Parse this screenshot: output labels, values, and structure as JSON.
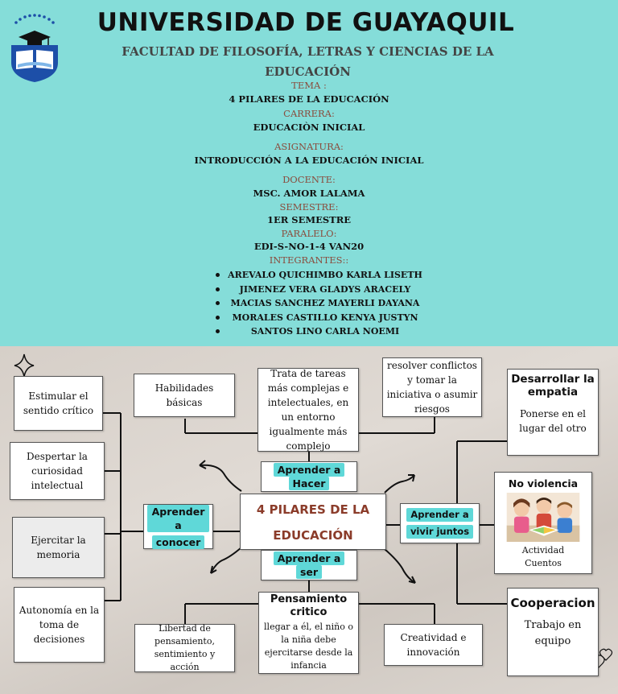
{
  "header": {
    "university": "UNIVERSIDAD DE GUAYAQUIL",
    "faculty": "FACULTAD DE FILOSOFÍA, LETRAS Y CIENCIAS DE LA EDUCACIÓN",
    "tema_label": "TEMA :",
    "tema_value": "4 PILARES DE LA EDUCACIÓN",
    "carrera_label": "CARRERA:",
    "carrera_value": "EDUCACIÒN INICIAL",
    "asignatura_label": "ASIGNATURA:",
    "asignatura_value": "INTRODUCCIÓN A LA EDUCACIÓN INICIAL",
    "docente_label": "DOCENTE:",
    "docente_value": "MSC. AMOR LALAMA",
    "semestre_label": "SEMESTRE:",
    "semestre_value": "1ER SEMESTRE",
    "paralelo_label": "PARALELO:",
    "paralelo_value": "EDI-S-NO-1-4 VAN20",
    "integrantes_label": "INTEGRANTES::",
    "integrantes": [
      "AREVALO QUICHIMBO KARLA LISETH",
      "JIMENEZ VERA GLADYS ARACELY",
      "MACIAS SANCHEZ MAYERLI DAYANA",
      "MORALES CASTILLO KENYA JUSTYN",
      "SANTOS LINO CARLA NOEMI"
    ]
  },
  "diagram": {
    "central_line1": "4 PILARES DE LA",
    "central_line2": "EDUCACIÓN",
    "conocer": {
      "line1": "Aprender a",
      "line2": "conocer",
      "items": [
        "Estimular el sentido crítico",
        "Despertar la curiosidad intelectual",
        "Ejercitar la memoria",
        "Autonomía en la toma de decisiones"
      ]
    },
    "hacer": {
      "line1": "Aprender a",
      "line2": "Hacer",
      "items": [
        "Habilidades básicas",
        "Trata de tareas más complejas e intelectuales, en un entorno igualmente más complejo",
        "resolver conflictos y tomar la iniciativa o asumir riesgos"
      ]
    },
    "ser": {
      "line1": "Aprender a",
      "line2": "ser",
      "pensamiento_title": "Pensamiento critico",
      "pensamiento_text": "llegar a él, el niño o la niña debe ejercitarse desde la infancia",
      "libertad": "Libertad de pensamiento, sentimiento y acción",
      "creatividad": "Creatividad e innovación"
    },
    "juntos": {
      "line1": "Aprender a",
      "line2": "vivir juntos",
      "empatia_title": "Desarrollar la empatia",
      "empatia_text": "Ponerse en el lugar del otro",
      "noviolencia_title": "No violencia",
      "noviolencia_text": "Actividad Cuentos",
      "cooperacion_title": "Cooperacion",
      "cooperacion_text": "Trabajo en equipo"
    }
  },
  "colors": {
    "header_bg": "#85ddd9",
    "label_color": "#8a4b3c",
    "pill_bg": "#5fd8d8",
    "central_text": "#8b3c2a"
  }
}
